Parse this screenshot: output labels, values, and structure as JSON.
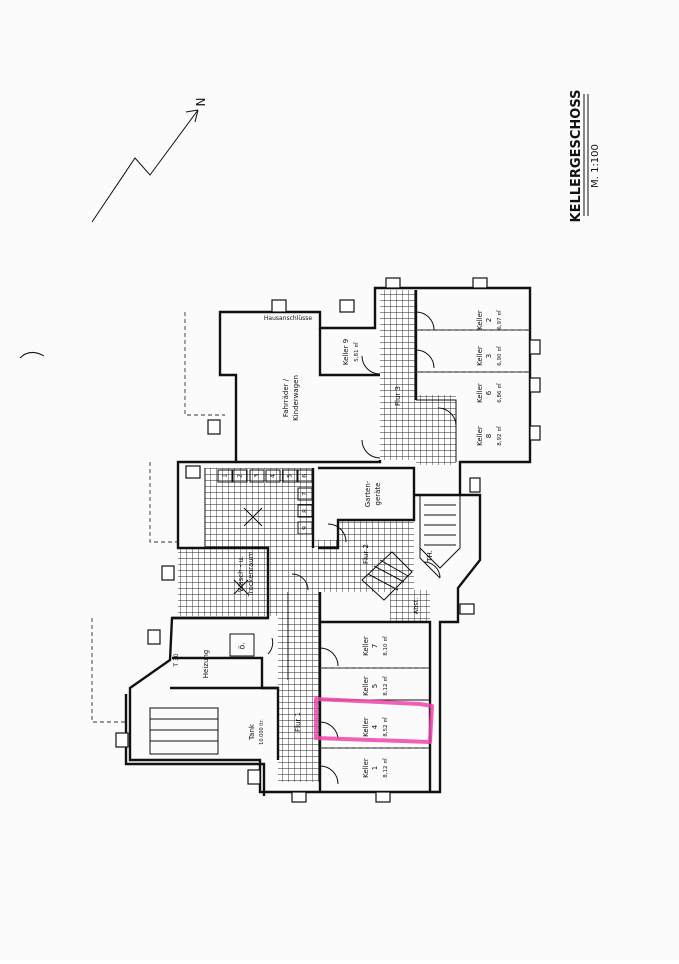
{
  "title_block": {
    "title": "KELLERGESCHOSS",
    "scale": "M. 1:100"
  },
  "north_arrow": {
    "label": "N"
  },
  "rooms": {
    "keller_1": {
      "name": "Keller",
      "number": "1",
      "area": "8,12 ㎡"
    },
    "keller_2": {
      "name": "Keller",
      "number": "2",
      "area": "6,97 ㎡"
    },
    "keller_3": {
      "name": "Keller",
      "number": "3",
      "area": "6,90 ㎡"
    },
    "keller_4": {
      "name": "Keller",
      "number": "4",
      "area": "8,52 ㎡"
    },
    "keller_5": {
      "name": "Keller",
      "number": "5",
      "area": "8,12 ㎡"
    },
    "keller_6": {
      "name": "Keller",
      "number": "6",
      "area": "6,86 ㎡"
    },
    "keller_7": {
      "name": "Keller",
      "number": "7",
      "area": "8,10 ㎡"
    },
    "keller_8": {
      "name": "Keller",
      "number": "8",
      "area": "8,92 ㎡"
    },
    "keller_9": {
      "name": "Keller 9",
      "area": "5,81 ㎡"
    },
    "fahrraeder": {
      "line1": "Fahrräder /",
      "line2": "Kinderwagen"
    },
    "gartengeraete": {
      "line1": "Garten-",
      "line2": "geräte"
    },
    "wasch": {
      "line1": "Wasch - u.",
      "line2": "Trockenraum"
    },
    "heizung": "Heizung",
    "tank": {
      "line1": "Tank",
      "line2": "10.000 ltr."
    },
    "flur_1": "Flur  1",
    "flur_2": "Flur  2",
    "flur_3": "Flur  3",
    "abst": "Abst.",
    "th": "TH.",
    "hausanschluesse": "Hausanschlüsse",
    "heizung_door": "T 30"
  },
  "wasch_lockers": [
    "1",
    "2",
    "3",
    "4",
    "5",
    "6",
    "7",
    "8",
    "9"
  ],
  "highlight": {
    "room": "keller_4",
    "color": "#ee44aa"
  }
}
